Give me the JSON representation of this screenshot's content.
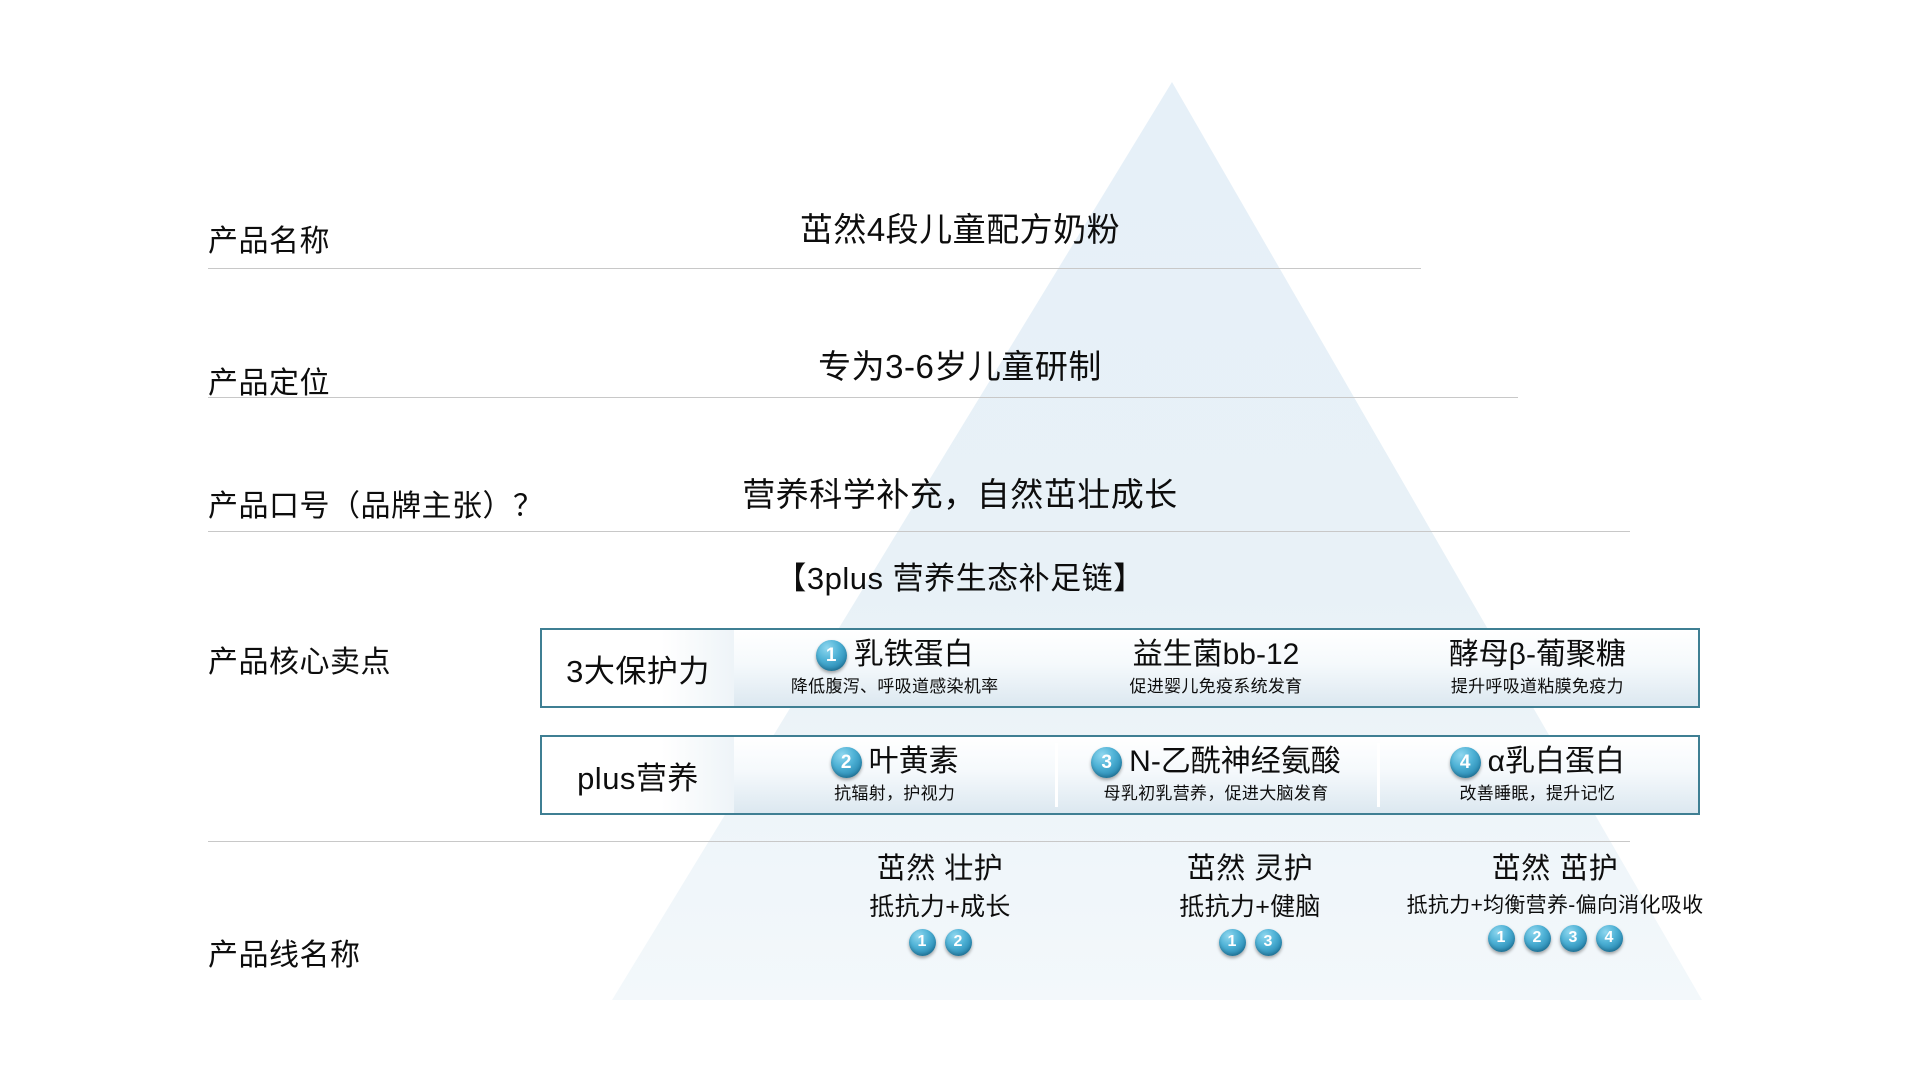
{
  "slide": {
    "background_color": "#ffffff",
    "accent_color": "#3f7f93",
    "badge_color": "#2a8bb4",
    "pyramid_color": "#dbe9f4"
  },
  "rows": [
    {
      "label": "产品名称",
      "value": "茁然4段儿童配方奶粉"
    },
    {
      "label": "产品定位",
      "value": "专为3-6岁儿童研制"
    },
    {
      "label": "产品口号（品牌主张）？",
      "value": "营养科学补充，自然茁壮成长"
    },
    {
      "label": "产品核心卖点",
      "value": ""
    },
    {
      "label": "产品线名称",
      "value": ""
    }
  ],
  "selling_points": {
    "heading": "【3plus 营养生态补足链】",
    "bands": [
      {
        "title": "3大保护力",
        "items": [
          {
            "number": "1",
            "name": "乳铁蛋白",
            "desc": "降低腹泻、呼吸道感染机率"
          },
          {
            "number": "",
            "name": "益生菌bb-12",
            "desc": "促进婴儿免疫系统发育"
          },
          {
            "number": "",
            "name": "酵母β-葡聚糖",
            "desc": "提升呼吸道粘膜免疫力"
          }
        ]
      },
      {
        "title": "plus营养",
        "items": [
          {
            "number": "2",
            "name": "叶黄素",
            "desc": "抗辐射，护视力"
          },
          {
            "number": "3",
            "name": "N-乙酰神经氨酸",
            "desc": "母乳初乳营养，促进大脑发育"
          },
          {
            "number": "4",
            "name": "α乳白蛋白",
            "desc": "改善睡眠，提升记忆"
          }
        ]
      }
    ]
  },
  "product_lines": [
    {
      "name": "茁然 壮护",
      "claim": "抵抗力+成长",
      "badges": [
        "1",
        "2"
      ]
    },
    {
      "name": "茁然 灵护",
      "claim": "抵抗力+健脑",
      "badges": [
        "1",
        "3"
      ]
    },
    {
      "name": "茁然 茁护",
      "claim": "抵抗力+均衡营养-偏向消化吸收",
      "badges": [
        "1",
        "2",
        "3",
        "4"
      ]
    }
  ]
}
